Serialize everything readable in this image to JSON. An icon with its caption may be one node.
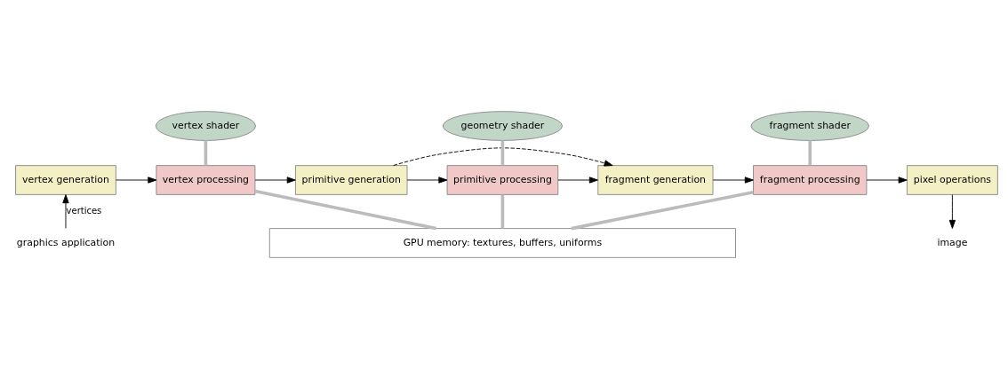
{
  "diagram": {
    "nodes": [
      {
        "text": [
          "vertex generation"
        ]
      },
      {
        "text": [
          "vertex shader"
        ]
      },
      {
        "text": [
          "vertex processing"
        ]
      },
      {
        "text": [
          "primitive generation"
        ]
      },
      {
        "text": [
          "geometry shader"
        ]
      },
      {
        "text": [
          "primitive processing"
        ]
      },
      {
        "text": [
          "fragment generation"
        ]
      },
      {
        "text": [
          "fragment shader"
        ]
      },
      {
        "text": [
          "fragment processing"
        ]
      },
      {
        "text": [
          "pixel operations"
        ]
      },
      {
        "text": [
          "GPU memory: textures, buffers, uniforms"
        ]
      },
      {
        "text": [
          "graphics application"
        ]
      },
      {
        "text": [
          "image"
        ]
      }
    ],
    "edges": [
      {
        "from": 11,
        "to": 0,
        "arrow": "to",
        "label": "vertices"
      },
      {
        "from": 0,
        "to": 2,
        "arrow": "to"
      },
      {
        "from": 2,
        "to": 3,
        "arrow": "to"
      },
      {
        "from": 3,
        "to": 5,
        "arrow": "to"
      },
      {
        "from": 5,
        "to": 6,
        "arrow": "to"
      },
      {
        "from": 3,
        "to": 6,
        "arrow": "to",
        "style": "dashed"
      },
      {
        "from": 6,
        "to": 8,
        "arrow": "to"
      },
      {
        "from": 8,
        "to": 9,
        "arrow": "to"
      },
      {
        "from": 9,
        "to": 12,
        "arrow": "to"
      },
      {
        "from": 1,
        "to": 2,
        "arrow": "none",
        "style": "thick",
        "color": "#bbbbbb"
      },
      {
        "from": 4,
        "to": 5,
        "arrow": "none",
        "style": "thick",
        "color": "#bbbbbb"
      },
      {
        "from": 7,
        "to": 8,
        "arrow": "none",
        "style": "thick",
        "color": "#bbbbbb"
      },
      {
        "from": 2,
        "to": 10,
        "arrow": "none",
        "style": "thick",
        "color": "#bbbbbb"
      },
      {
        "from": 5,
        "to": 10,
        "arrow": "none",
        "style": "thick",
        "color": "#bbbbbb"
      },
      {
        "from": 8,
        "to": 10,
        "arrow": "none",
        "style": "thick",
        "color": "#bbbbbb"
      }
    ]
  }
}
